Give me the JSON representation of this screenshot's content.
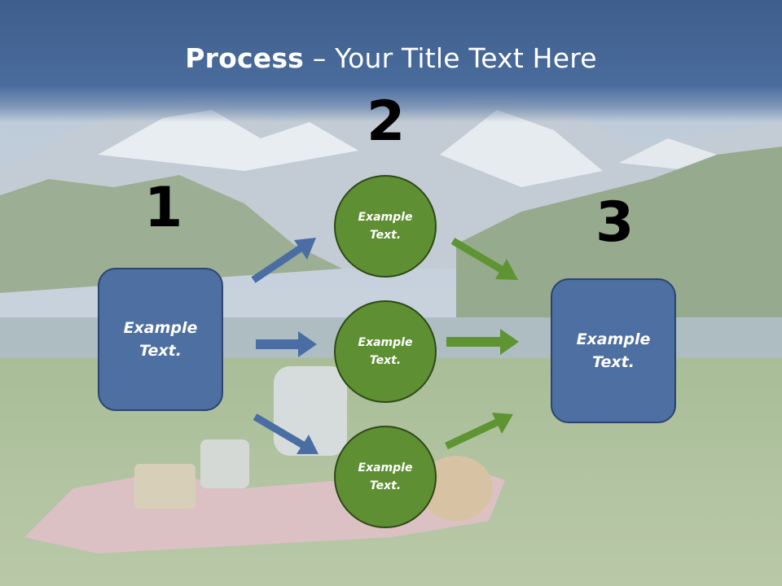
{
  "title": {
    "bold": "Process",
    "rest": " – Your Title Text Here"
  },
  "steps": [
    {
      "number": "1",
      "text": "Example Text."
    },
    {
      "number": "2",
      "text": "Example Text.",
      "text2": "Example Text.",
      "text3": "Example Text."
    },
    {
      "number": "3",
      "text": "Example Text."
    }
  ],
  "colors": {
    "blue_box": "#4d6fa1",
    "green_circle": "#5f8f33",
    "blue_arrow": "#4a6ea4",
    "green_arrow": "#5e9432",
    "title_band": "#4a6c9c"
  }
}
